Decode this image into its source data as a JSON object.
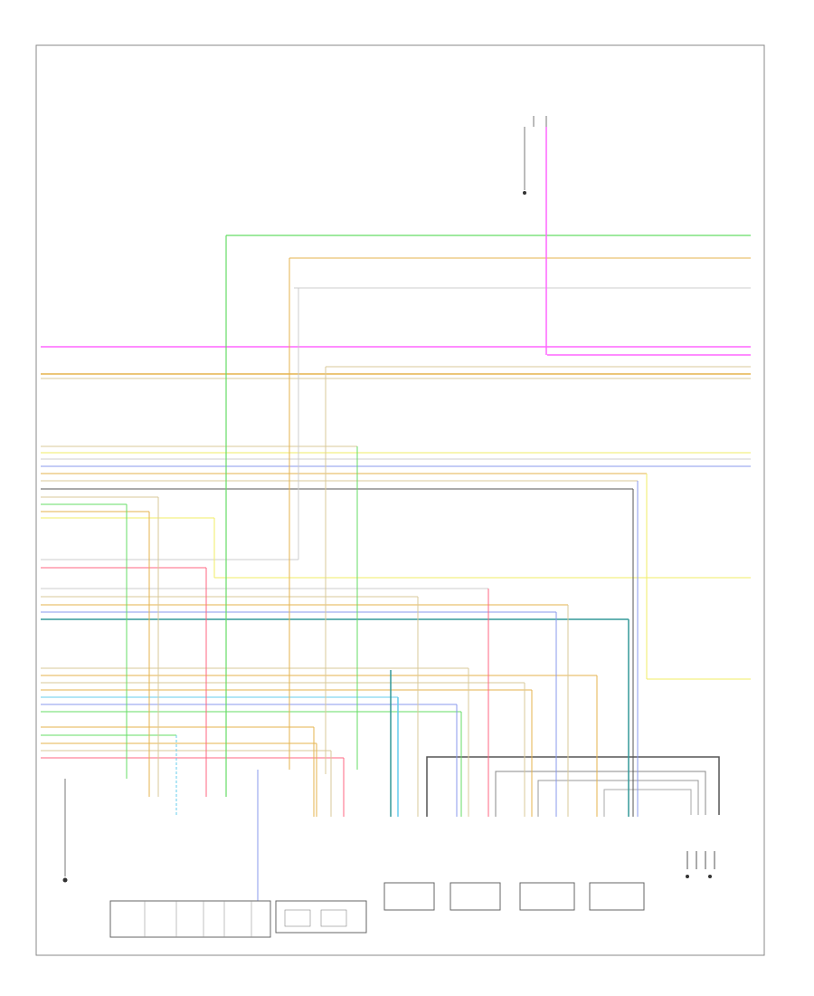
{
  "diagram": {
    "components": [
      {
        "key": "top_connector",
        "label": ""
      },
      {
        "key": "ground_left",
        "label": ""
      },
      {
        "key": "pcm",
        "label": ""
      },
      {
        "key": "instrument_cluster",
        "label": ""
      },
      {
        "key": "fuel_injector_1",
        "label": ""
      },
      {
        "key": "fuel_injector_2",
        "label": ""
      },
      {
        "key": "fuel_injector_3",
        "label": ""
      },
      {
        "key": "fuel_injector_4",
        "label": ""
      },
      {
        "key": "ground_right",
        "label": ""
      }
    ],
    "wire_colors": {
      "pink": "#ff66ff",
      "green": "#66dd66",
      "tan": "#d9c999",
      "orange": "#e6b34d",
      "yellow": "#f2ee66",
      "blue": "#8899ee",
      "teal": "#339999",
      "red": "#ff6680",
      "lightblue": "#66ccee",
      "dark": "#555555",
      "light": "#cccccc"
    }
  }
}
